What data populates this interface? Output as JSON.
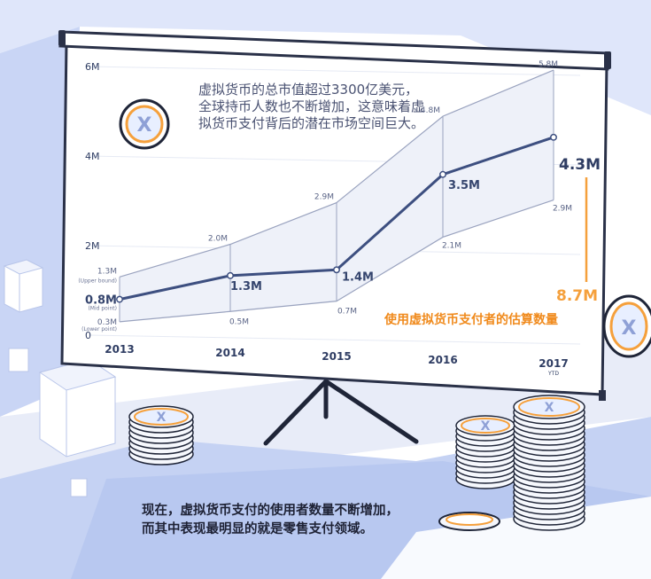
{
  "chart_data": {
    "type": "line",
    "categories": [
      "2013",
      "2014",
      "2015",
      "2016",
      "2017"
    ],
    "category_subtitles": [
      "",
      "",
      "",
      "",
      "YTD"
    ],
    "series": [
      {
        "name": "Upper bound",
        "values": [
          1.3,
          2.0,
          2.9,
          4.8,
          5.8
        ],
        "labels": [
          "1.3M",
          "2.0M",
          "2.9M",
          "4.8M",
          "5.8M"
        ]
      },
      {
        "name": "Mid point",
        "values": [
          0.8,
          1.3,
          1.4,
          3.5,
          4.3
        ],
        "labels": [
          "0.8M",
          "1.3M",
          "1.4M",
          "3.5M",
          "4.3M"
        ]
      },
      {
        "name": "Lower point",
        "values": [
          0.3,
          0.5,
          0.7,
          2.1,
          2.9
        ],
        "labels": [
          "0.3M",
          "0.5M",
          "0.7M",
          "2.1M",
          "2.9M"
        ]
      }
    ],
    "series_tags": [
      "(Upper bound)",
      "(Mid point)",
      "(Lower point)"
    ],
    "y_ticks": [
      "6M",
      "4M",
      "2M",
      "0"
    ],
    "ylim": [
      0,
      6
    ],
    "grid": true,
    "annotation_total": "8.7M",
    "annotation_label": "使用虚拟货币支付者的估算数量"
  },
  "caption": "虚拟货币的总市值超过3300亿美元，全球持币人数也不断增加，这意味着虚拟货币支付背后的潜在市场空间巨大。",
  "bottom_text": "现在，虚拟货币支付的使用者数量不断增加，而其中表现最明显的就是零售支付领域。",
  "coin_symbol": "X",
  "colors": {
    "mid_line": "#3d4f80",
    "band_line": "#9aa3bf",
    "accent_orange": "#f5a03c",
    "background_blue": "#c9d5f5",
    "grid": "#e6eaf4"
  }
}
